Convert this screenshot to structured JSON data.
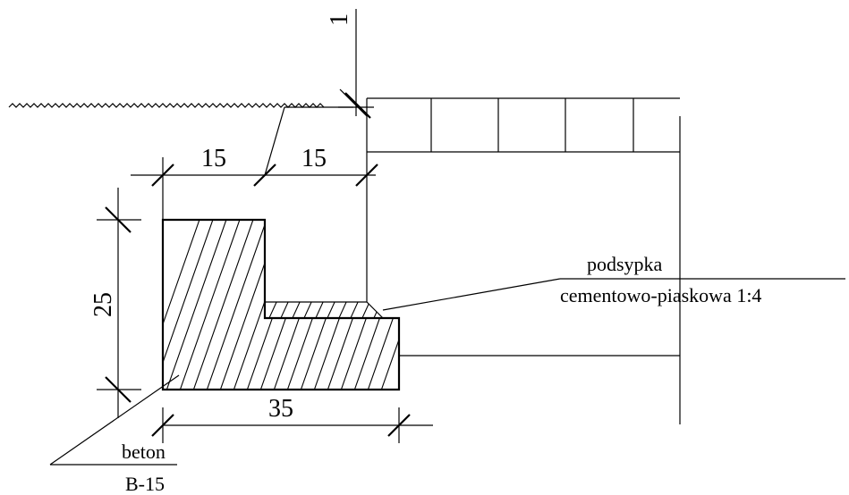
{
  "dimensions": {
    "top_left": "15",
    "top_right": "15",
    "height": "25",
    "bottom": "35",
    "gap": "1"
  },
  "labels": {
    "bedding_line1": "podsypka",
    "bedding_line2": "cementowo-piaskowa 1:4",
    "concrete_line1": "beton",
    "concrete_line2": "B-15"
  }
}
